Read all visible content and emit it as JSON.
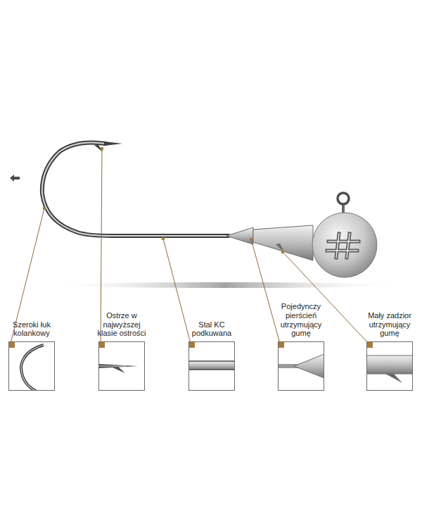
{
  "diagram": {
    "nodes": [
      {
        "text": [
          "Szeroki łuk kolankowy"
        ]
      },
      {
        "text": [
          "Ostrze w najwyższej klasie ostrości"
        ]
      },
      {
        "text": [
          "Stal KC podkuwana"
        ]
      },
      {
        "text": [
          "Pojedynczy pierścień utrzymujący gumę"
        ]
      },
      {
        "text": [
          "Mały zadzior utrzymujący gumę"
        ]
      }
    ]
  }
}
